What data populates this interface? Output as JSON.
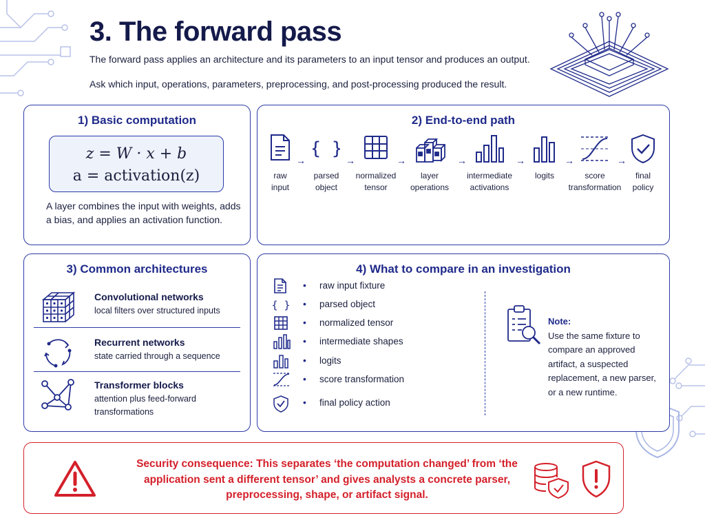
{
  "header": {
    "title": "3. The forward pass",
    "subtitle1": "The forward pass applies an architecture and its parameters to an input tensor and produces an output.",
    "subtitle2": "Ask which input, operations, parameters, preprocessing, and post-processing produced the result."
  },
  "basic": {
    "title": "1) Basic computation",
    "formula_line1": "z = W · x + b",
    "formula_line2": "a = activation(z)",
    "description": "A layer combines the input with weights, adds a bias, and applies an activation function."
  },
  "path": {
    "title": "2) End-to-end path",
    "steps": [
      {
        "icon": "document-icon",
        "label_1": "raw",
        "label_2": "input"
      },
      {
        "icon": "braces-icon",
        "label_1": "parsed",
        "label_2": "object"
      },
      {
        "icon": "grid-icon",
        "label_1": "normalized",
        "label_2": "tensor"
      },
      {
        "icon": "cubes-icon",
        "label_1": "layer",
        "label_2": "operations"
      },
      {
        "icon": "bar-chart-icon",
        "label_1": "intermediate",
        "label_2": "activations"
      },
      {
        "icon": "bar-chart-icon",
        "label_1": "logits",
        "label_2": ""
      },
      {
        "icon": "sigmoid-icon",
        "label_1": "score",
        "label_2": "transformation"
      },
      {
        "icon": "shield-check-icon",
        "label_1": "final",
        "label_2": "policy"
      }
    ],
    "arrow": "→"
  },
  "architectures": {
    "title": "3) Common architectures",
    "items": [
      {
        "icon": "cube-grid-icon",
        "name": "Convolutional networks",
        "desc": "local filters over structured inputs"
      },
      {
        "icon": "cycle-icon",
        "name": "Recurrent networks",
        "desc": "state carried through a sequence"
      },
      {
        "icon": "graph-icon",
        "name": "Transformer blocks",
        "desc": "attention plus feed-forward transformations"
      }
    ]
  },
  "compare": {
    "title": "4) What to compare in an investigation",
    "bullet": "•",
    "items": [
      {
        "icon": "document-icon",
        "label": "raw input fixture"
      },
      {
        "icon": "braces-icon",
        "label": "parsed object"
      },
      {
        "icon": "grid-icon",
        "label": "normalized tensor"
      },
      {
        "icon": "bar-chart-icon",
        "label": "intermediate shapes"
      },
      {
        "icon": "bar-chart-icon",
        "label": "logits"
      },
      {
        "icon": "sigmoid-icon",
        "label": "score transformation"
      },
      {
        "icon": "shield-check-icon",
        "label": "final policy action"
      }
    ],
    "note_label": "Note:",
    "note_text": "Use the same fixture to compare an approved artifact, a suspected replacement, a new parser, or a new runtime."
  },
  "security": {
    "text": "Security consequence: This separates ‘the computation changed’ from ‘the application sent a different tensor’ and gives analysts a concrete parser, preprocessing, shape, or artifact signal."
  },
  "colors": {
    "navy": "#1f2a8a",
    "border_blue": "#2b3aa8",
    "alert_red": "#d4202a",
    "formula_bg": "#eef2fb"
  }
}
